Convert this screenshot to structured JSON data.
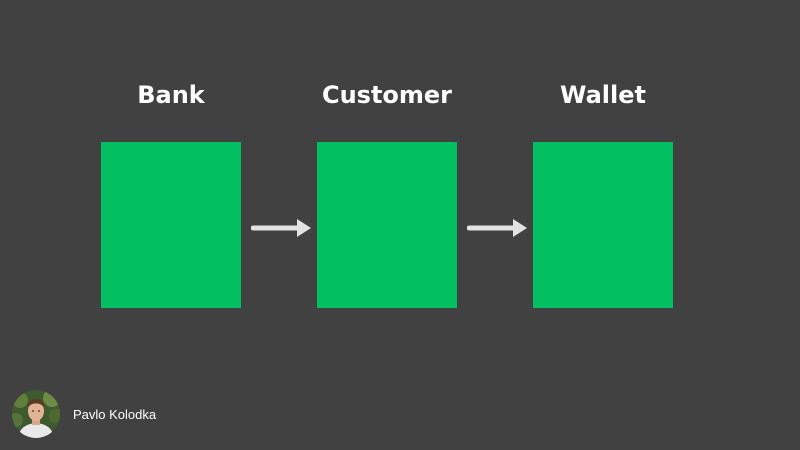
{
  "nodes": [
    {
      "label": "Bank"
    },
    {
      "label": "Customer"
    },
    {
      "label": "Wallet"
    }
  ],
  "edges": [
    {
      "from": "Bank",
      "to": "Customer"
    },
    {
      "from": "Customer",
      "to": "Wallet"
    }
  ],
  "colors": {
    "background": "#414141",
    "node_fill": "#02bf62",
    "arrow": "#e3e3e3",
    "text": "#ffffff"
  },
  "icons": {
    "author_avatar": "author-avatar-photo"
  },
  "author": {
    "name": "Pavlo Kolodka"
  }
}
